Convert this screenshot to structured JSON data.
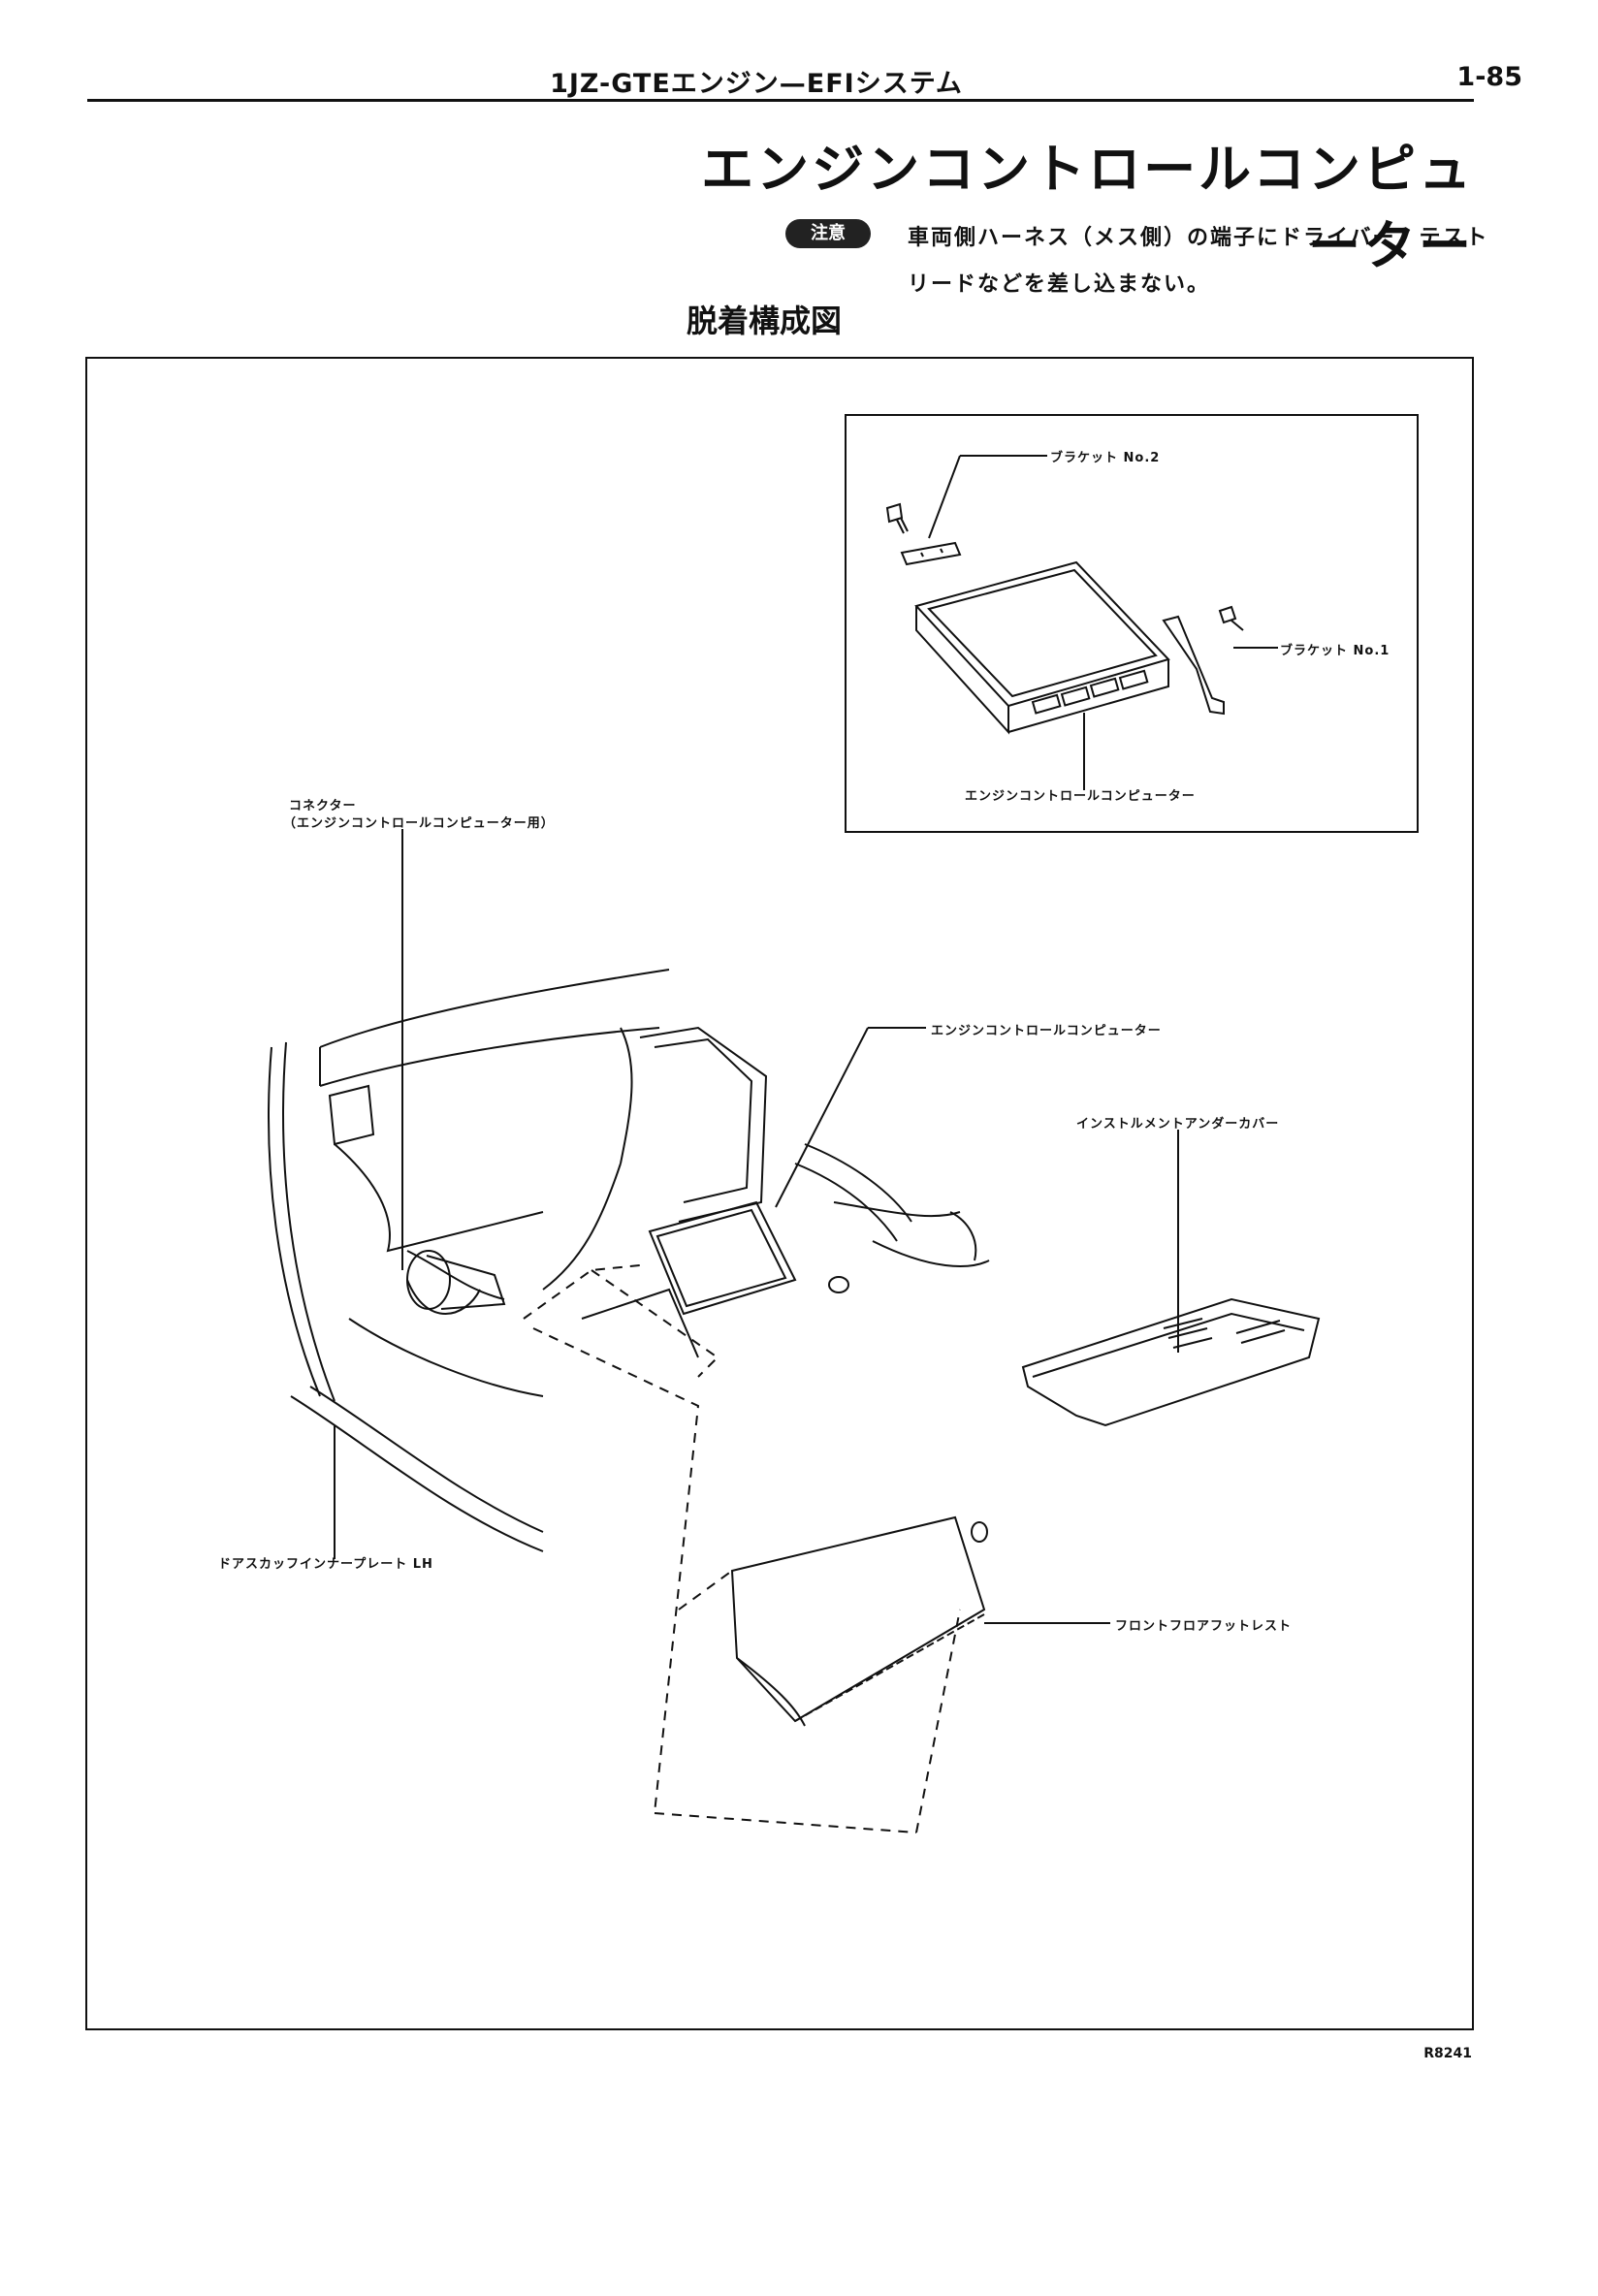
{
  "header": {
    "title": "1JZ-GTEエンジン—EFIシステム",
    "page_number": "1-85"
  },
  "section": {
    "title": "エンジンコントロールコンピューター"
  },
  "caution": {
    "badge": "注意",
    "line1": "車両側ハーネス（メス側）の端子にドライバー，テスト",
    "line2": "リードなどを差し込まない。"
  },
  "diagram": {
    "title": "脱着構成図",
    "figure_code": "R8241",
    "labels": {
      "bracket_no2": "ブラケット No.2",
      "bracket_no1": "ブラケット No.1",
      "ecu_inset": "エンジンコントロールコンピューター",
      "connector_line1": "コネクター",
      "connector_line2": "（エンジンコントロールコンピューター用）",
      "ecu_main": "エンジンコントロールコンピューター",
      "under_cover": "インストルメントアンダーカバー",
      "scuff_plate": "ドアスカッフインナープレート LH",
      "footrest": "フロントフロアフットレスト"
    }
  }
}
